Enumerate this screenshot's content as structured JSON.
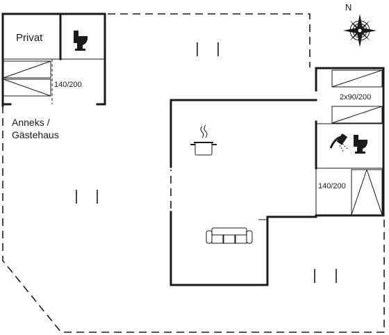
{
  "plan": {
    "compass_letter": "N",
    "labels": {
      "privat": "Privat",
      "annex_line1": "Anneks /",
      "annex_line2": "Gästehaus",
      "bed_annex": "140/200",
      "bed_twin": "2x90/200",
      "bed_double": "140/200"
    },
    "icons": [
      "compass-rose-icon",
      "toilet-icon",
      "cooking-pot-icon",
      "sofa-icon",
      "shower-icon",
      "bed-icon"
    ],
    "colors": {
      "line": "#1a1a1a",
      "background": "#ffffff"
    }
  }
}
